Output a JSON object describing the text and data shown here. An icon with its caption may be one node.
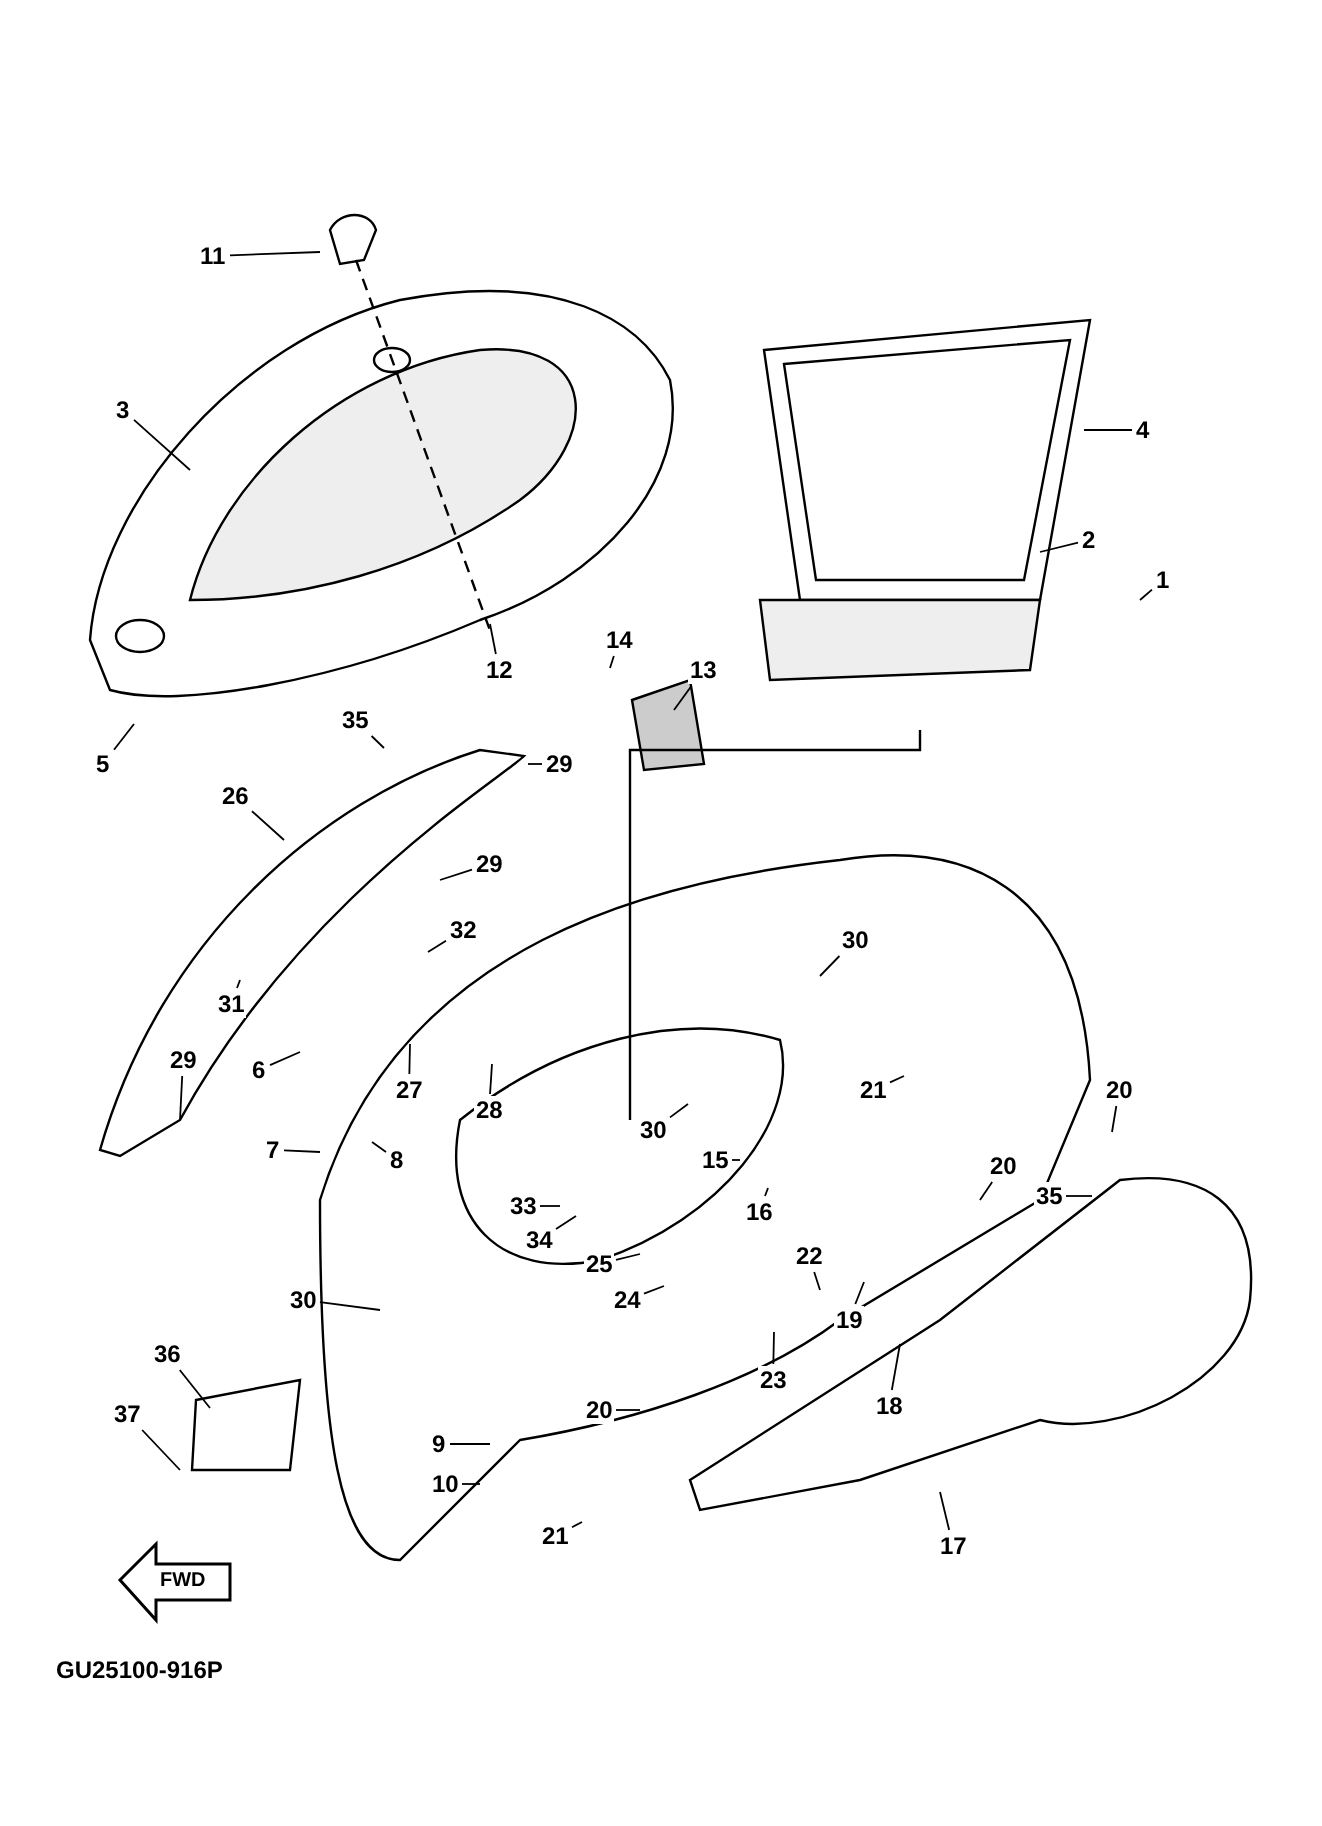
{
  "diagram": {
    "nodes": [
      {
        "text": [
          "11"
        ]
      },
      {
        "text": [
          "3"
        ]
      },
      {
        "text": [
          "4"
        ]
      },
      {
        "text": [
          "2"
        ]
      },
      {
        "text": [
          "1"
        ]
      },
      {
        "text": [
          "12"
        ]
      },
      {
        "text": [
          "14"
        ]
      },
      {
        "text": [
          "13"
        ]
      },
      {
        "text": [
          "5"
        ]
      },
      {
        "text": [
          "35"
        ]
      },
      {
        "text": [
          "26"
        ]
      },
      {
        "text": [
          "29"
        ]
      },
      {
        "text": [
          "29"
        ]
      },
      {
        "text": [
          "32"
        ]
      },
      {
        "text": [
          "30"
        ]
      },
      {
        "text": [
          "31"
        ]
      },
      {
        "text": [
          "27"
        ]
      },
      {
        "text": [
          "28"
        ]
      },
      {
        "text": [
          "6"
        ]
      },
      {
        "text": [
          "7"
        ]
      },
      {
        "text": [
          "8"
        ]
      },
      {
        "text": [
          "29"
        ]
      },
      {
        "text": [
          "21"
        ]
      },
      {
        "text": [
          "20"
        ]
      },
      {
        "text": [
          "30"
        ]
      },
      {
        "text": [
          "15"
        ]
      },
      {
        "text": [
          "16"
        ]
      },
      {
        "text": [
          "33"
        ]
      },
      {
        "text": [
          "34"
        ]
      },
      {
        "text": [
          "20"
        ]
      },
      {
        "text": [
          "35"
        ]
      },
      {
        "text": [
          "25"
        ]
      },
      {
        "text": [
          "24"
        ]
      },
      {
        "text": [
          "22"
        ]
      },
      {
        "text": [
          "19"
        ]
      },
      {
        "text": [
          "30"
        ]
      },
      {
        "text": [
          "18"
        ]
      },
      {
        "text": [
          "23"
        ]
      },
      {
        "text": [
          "36"
        ]
      },
      {
        "text": [
          "20"
        ]
      },
      {
        "text": [
          "9"
        ]
      },
      {
        "text": [
          "10"
        ]
      },
      {
        "text": [
          "37"
        ]
      },
      {
        "text": [
          "21"
        ]
      },
      {
        "text": [
          "17"
        ]
      }
    ],
    "edges": [
      {
        "from": 0,
        "to": null,
        "arrow": "none"
      },
      {
        "from": 1,
        "to": null,
        "arrow": "none"
      },
      {
        "from": 2,
        "to": null,
        "arrow": "none"
      },
      {
        "from": 3,
        "to": null,
        "arrow": "none"
      },
      {
        "from": 4,
        "to": null,
        "arrow": "none"
      },
      {
        "from": 5,
        "to": null,
        "arrow": "none"
      },
      {
        "from": 6,
        "to": null,
        "arrow": "none"
      },
      {
        "from": 7,
        "to": null,
        "arrow": "none"
      },
      {
        "from": 8,
        "to": null,
        "arrow": "none"
      },
      {
        "from": 9,
        "to": null,
        "arrow": "none"
      },
      {
        "from": 10,
        "to": null,
        "arrow": "none"
      },
      {
        "from": 11,
        "to": null,
        "arrow": "none"
      },
      {
        "from": 12,
        "to": null,
        "arrow": "none"
      },
      {
        "from": 13,
        "to": null,
        "arrow": "none"
      },
      {
        "from": 14,
        "to": null,
        "arrow": "none"
      },
      {
        "from": 15,
        "to": null,
        "arrow": "none"
      },
      {
        "from": 16,
        "to": null,
        "arrow": "none"
      },
      {
        "from": 17,
        "to": null,
        "arrow": "none"
      },
      {
        "from": 18,
        "to": null,
        "arrow": "none"
      },
      {
        "from": 19,
        "to": null,
        "arrow": "none"
      },
      {
        "from": 20,
        "to": null,
        "arrow": "none"
      },
      {
        "from": 21,
        "to": null,
        "arrow": "none"
      },
      {
        "from": 22,
        "to": null,
        "arrow": "none"
      },
      {
        "from": 23,
        "to": null,
        "arrow": "none"
      },
      {
        "from": 24,
        "to": null,
        "arrow": "none"
      },
      {
        "from": 25,
        "to": null,
        "arrow": "none"
      },
      {
        "from": 26,
        "to": null,
        "arrow": "none"
      },
      {
        "from": 27,
        "to": null,
        "arrow": "none"
      },
      {
        "from": 28,
        "to": null,
        "arrow": "none"
      },
      {
        "from": 29,
        "to": null,
        "arrow": "none"
      },
      {
        "from": 30,
        "to": null,
        "arrow": "none"
      },
      {
        "from": 31,
        "to": null,
        "arrow": "none"
      },
      {
        "from": 32,
        "to": null,
        "arrow": "none"
      },
      {
        "from": 33,
        "to": null,
        "arrow": "none"
      },
      {
        "from": 34,
        "to": null,
        "arrow": "none"
      },
      {
        "from": 35,
        "to": null,
        "arrow": "none"
      },
      {
        "from": 36,
        "to": null,
        "arrow": "none"
      },
      {
        "from": 37,
        "to": null,
        "arrow": "none"
      },
      {
        "from": 38,
        "to": null,
        "arrow": "none"
      },
      {
        "from": 39,
        "to": null,
        "arrow": "none"
      },
      {
        "from": 40,
        "to": null,
        "arrow": "none"
      },
      {
        "from": 41,
        "to": null,
        "arrow": "none"
      },
      {
        "from": 42,
        "to": null,
        "arrow": "none"
      },
      {
        "from": 43,
        "to": null,
        "arrow": "none"
      },
      {
        "from": 44,
        "to": null,
        "arrow": "none"
      }
    ],
    "labels": [
      "FWD",
      "GU25100-916P"
    ]
  }
}
